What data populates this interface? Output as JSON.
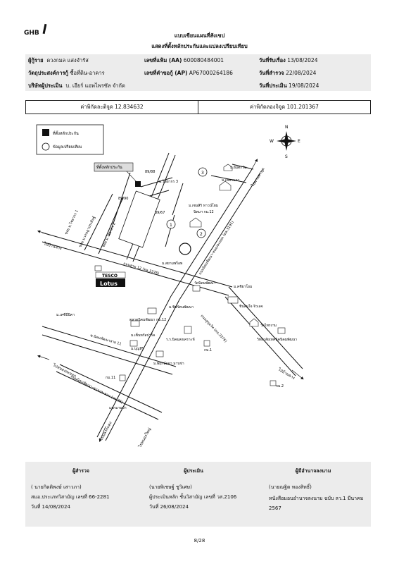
{
  "header": {
    "logo_text": "GHB",
    "title": "แบบเขียนแผนที่สังเขป",
    "subtitle": "แสดงที่ตั้งหลักประกันและแปลงเปรียบเทียบ"
  },
  "info": {
    "borrower_label": "ผู้กู้ราย",
    "borrower_value": "ดวงกมล แสงจำรัส",
    "purpose_label": "วัตถุประสงค์การกู้",
    "purpose_value": "ซื้อที่ดิน-อาคาร",
    "appraiser_company_label": "บริษัทผู้ประเมิน",
    "appraiser_company_value": "บ. เอียร์ แอพไพรซัล จำกัด",
    "file_no_label": "เลขที่แฟ้ม (AA)",
    "file_no_value": "600080484001",
    "request_no_label": "เลขที่คำขอกู้ (AP)",
    "request_no_value": "AP67000264186",
    "received_label": "วันที่รับเรื่อง",
    "received_value": "13/08/2024",
    "survey_label": "วันที่สำรวจ",
    "survey_value": "22/08/2024",
    "appraisal_label": "วันที่ประเมิน",
    "appraisal_value": "19/08/2024"
  },
  "coords": {
    "lat": "ค่าพิกัดละติจูด 12.834632",
    "lon": "ค่าพิกัดลองจิจูด 101.201367"
  },
  "map": {
    "legend": {
      "collateral": "ที่ตั้งหลักประกัน",
      "comparable": "ข้อมูลเปรียบเทียบ"
    },
    "compass": {
      "n": "N",
      "s": "S",
      "e": "E",
      "w": "W"
    },
    "collateral_label": "ที่ตั้งหลักประกัน",
    "labels": {
      "lot_89_88": "89/88",
      "lot_89_90": "89/90",
      "lot_89_67": "89/67",
      "soi_chaiyakorn3": "ม.ไชยากร 3",
      "village_ihoompet": "ม.อิ่มตะวัน",
      "village_petnakha": "ม.เพชรนคา",
      "village_chanhiri": "ม.เซนสิริ ทาวน์โฮม",
      "village_nikom12": "นิคมฯ กม.12",
      "soi_chaiyakorn1": "ซอย ม.ไชยากร 1",
      "soi_jaoporn": "ซอย ม.เจษฎาประดิษฐ์",
      "soi_chaiyakorn2": "ซอย ม.ไชยากร 2",
      "to_banchang": "ไปบ้านฉาง",
      "to_maptaphut": "ไปมาบตาพุด",
      "road_nikom_pattana": "ถนนนิคมพัฒนา-หนองละลอก (ทล.3191)",
      "road_sukhumvit": "ถนนสุขุมวิท (ทล.3376)",
      "road_soi12": "ถนนสาย 12 (ทล.3376)",
      "village_siamprop": "ม.สยามพร็อพ",
      "tesco": "TESCO",
      "lotus": "Lotus",
      "village_khao": "ม.เคซีบีนิคา",
      "temple_nikom": "วัดนิคมพัฒนา",
      "market_nikom12": "ตลาดนิคมพัฒนา กม.12",
      "village_khatiya": "ม.คชิยาโยม",
      "village_chinarong": "ม.ชินรัตนพัฒนา",
      "village_sirichai": "ม.เซ็นทรัลปาร์ค",
      "village_bunsiri": "ม.บุญสิริ",
      "village_pruksa": "ม.พฤกษ์ลดา มาบข่า",
      "health_nikom": "รพ.สต.นิคมพัฒนา",
      "school_nikom": "ร.ร.นิคมสงเคราะห์",
      "km1": "กม.1",
      "km2": "กม.2",
      "km11": "กม.11",
      "temple_maikhot": "วัดไทรงาม",
      "school_nikom_kt": "วิทยาลัยเทคนิคนิคมพัฒนา",
      "soi_nikompattana11": "ซ.นิคมพัฒนาสาย 11",
      "to_nonglalok": "ไปหนองละลอก",
      "to_rayong_cross": "แยกมาบข่า",
      "to_pluakdaeng": "ไปปลวกแดง",
      "road_nonglalok": "ถนนนิคมพัฒนา-หนองละลอก (ทล.36)",
      "to_nongyai": "ไปหนองใหญ่",
      "to_banchang2": "ไปบ้านฉาง",
      "num1": "1",
      "num2": "2",
      "num3": "3",
      "village_chintana": "ชินสมใจ จิวเลจ"
    }
  },
  "signatures": {
    "surveyor_title": "ผู้สำรวจ",
    "surveyor_name": "( นายกิตติพงษ์ เสาวภา)",
    "surveyor_license": "สมอ.ประเภทวิสามัญ เลขที่ 66-2281",
    "surveyor_date": "วันที่ 14/08/2024",
    "appraiser_title": "ผู้ประเมิน",
    "appraiser_name": "(นายพิเชษฐ์ ชูวิเศษ)",
    "appraiser_license": "ผู้ประเมินหลัก ชั้นวิสามัญ เลขที่ วส.2106",
    "appraiser_date": "วันที่ 26/08/2024",
    "approver_title": "ผู้มีอำนาจลงนาม",
    "approver_name": "(นายณฐิต ทองสิทธิ์)",
    "approver_note": "หนังสือมอบอำนาจลงนาม ฉบับ ลว.1 มีนาคม 2567"
  },
  "footer": {
    "page": "8/28"
  }
}
